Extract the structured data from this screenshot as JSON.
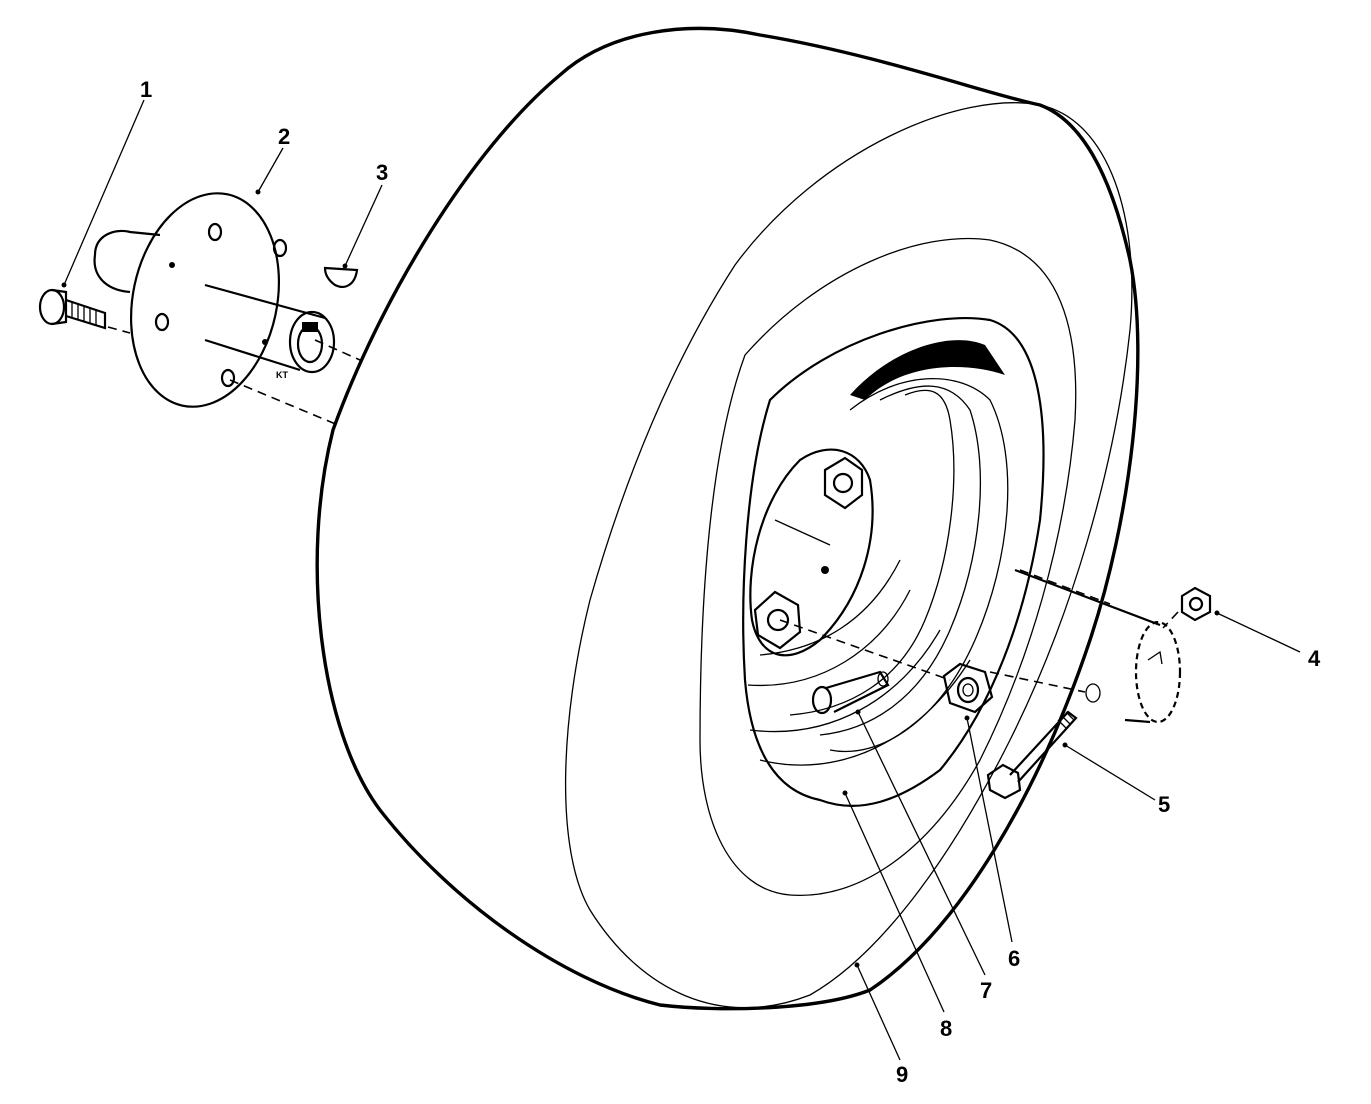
{
  "diagram": {
    "callouts": [
      {
        "id": "1",
        "label": "1"
      },
      {
        "id": "2",
        "label": "2"
      },
      {
        "id": "3",
        "label": "3"
      },
      {
        "id": "4",
        "label": "4"
      },
      {
        "id": "5",
        "label": "5"
      },
      {
        "id": "6",
        "label": "6"
      },
      {
        "id": "7",
        "label": "7"
      },
      {
        "id": "8",
        "label": "8"
      },
      {
        "id": "9",
        "label": "9"
      }
    ],
    "hub_stamp": "KT",
    "colors": {
      "ink": "#000000",
      "paper": "#ffffff"
    }
  }
}
